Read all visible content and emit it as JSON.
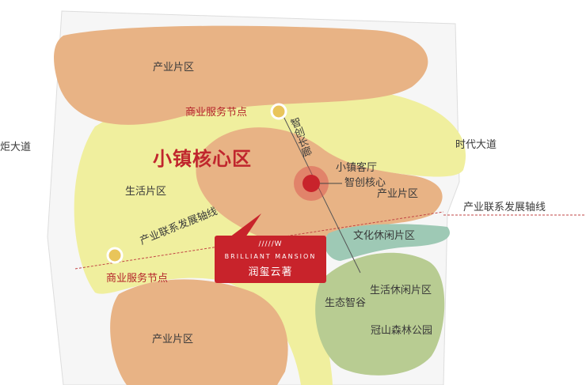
{
  "map": {
    "zones": {
      "industry_top": "产业片区",
      "industry_bottom": "产业片区",
      "industry_mid": "产业片区",
      "living": "生活片区",
      "culture_leisure": "文化休闲片区",
      "living_leisure": "生活休闲片区",
      "eco_valley": "生态智谷",
      "guanshan_park": "冠山森林公园"
    },
    "core_title": "小镇核心区",
    "nodes": {
      "service_top": "商业服务节点",
      "service_left": "商业服务节点",
      "town_hall": "小镇客厅",
      "smart_core": "智创核心"
    },
    "corridor": "智创长廊",
    "axis_left": "产业联系发展轴线",
    "axis_right": "产业联系发展轴线",
    "roads": {
      "left": "炬大道",
      "right": "时代大道"
    },
    "logo": {
      "mark": "/////W",
      "english": "BRILLIANT MANSION",
      "chinese": "润玺云著"
    },
    "colors": {
      "orange": "#e8b385",
      "yellow": "#f0ef9e",
      "teal": "#9ec9b5",
      "green": "#b8cc92",
      "red": "#c8232b"
    }
  }
}
